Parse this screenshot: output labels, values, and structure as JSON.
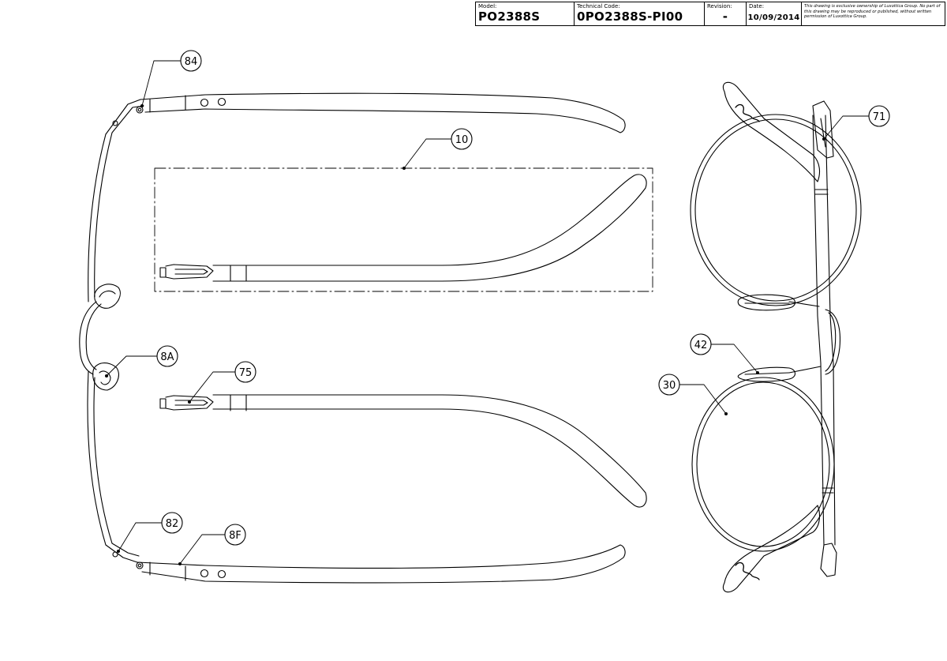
{
  "title_block": {
    "model_label": "Model:",
    "model_value": "PO2388S",
    "technical_code_label": "Technical Code:",
    "technical_code_value": "0PO2388S-PI00",
    "revision_label": "Revision:",
    "revision_value": "-",
    "date_label": "Date:",
    "date_value": "10/09/2014",
    "ownership_note": "This drawing is exclusive ownership of Luxottica Group. No part of this drawing may be reproduced or published, without written permission of Luxottica Group."
  },
  "callouts": {
    "c84": "84",
    "c10": "10",
    "c8A": "8A",
    "c75": "75",
    "c82": "82",
    "c8F": "8F",
    "c71": "71",
    "c42": "42",
    "c30": "30"
  }
}
